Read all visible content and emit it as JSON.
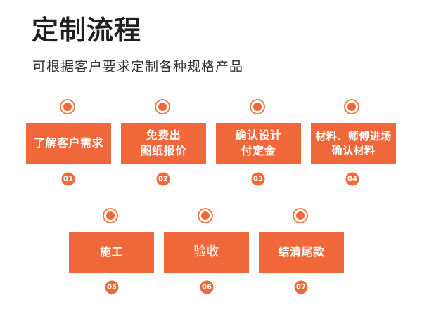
{
  "header": {
    "title": "定制流程",
    "subtitle": "可根据客户要求定制各种规格产品"
  },
  "colors": {
    "accent": "#f0683a",
    "line": "#f08a5d",
    "title_text": "#1f1f1f"
  },
  "steps": [
    {
      "number": "01",
      "label": "了解客户需求"
    },
    {
      "number": "02",
      "label": "免费出\n图纸报价"
    },
    {
      "number": "03",
      "label": "确认设计\n付定金"
    },
    {
      "number": "04",
      "label": "材料、师傅进场\n确认材料"
    },
    {
      "number": "05",
      "label": "施工"
    },
    {
      "number": "06",
      "label": "验收"
    },
    {
      "number": "07",
      "label": "结清尾款"
    }
  ]
}
